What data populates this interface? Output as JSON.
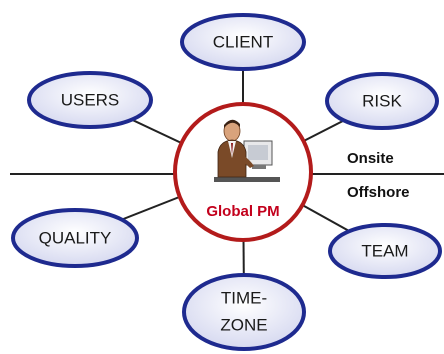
{
  "diagram": {
    "center": {
      "label": "Global PM",
      "icon": "businessman-at-computer-icon"
    },
    "nodes": {
      "client": "CLIENT",
      "users": "USERS",
      "risk": "RISK",
      "quality": "QUALITY",
      "team": "TEAM",
      "timezone_line1": "TIME-",
      "timezone_line2": "ZONE"
    },
    "divider": {
      "top_label": "Onsite",
      "bottom_label": "Offshore"
    },
    "colors": {
      "ellipse_fill": "#dfe1f4",
      "ellipse_stroke": "#1e2a8f",
      "center_ring": "#b31b1b",
      "center_label": "#c3001c",
      "connector": "#222222"
    }
  }
}
